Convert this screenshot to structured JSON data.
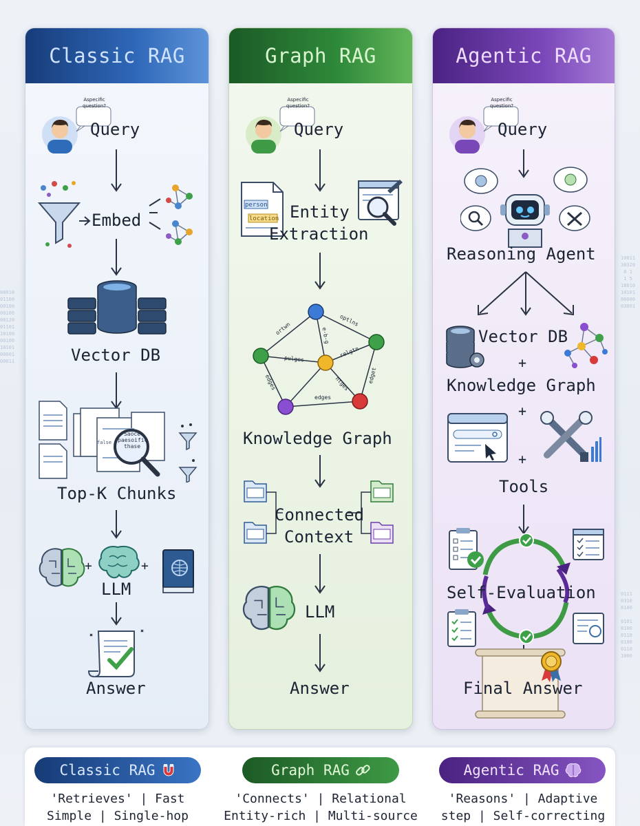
{
  "columns": {
    "classic": {
      "title": "Classic RAG",
      "speech": "Aspecific question?",
      "steps": [
        "Query",
        "Embed",
        "Vector DB",
        "Top-K Chunks",
        "LLM",
        "Answer"
      ],
      "chunk_text": [
        "Saoce",
        "paesoific",
        "thase"
      ],
      "chunk_file": "false"
    },
    "graph": {
      "title": "Graph RAG",
      "speech": "Aspecific question?",
      "steps": [
        "Query",
        "Entity",
        "Extraction",
        "Knowledge Graph",
        "Connected",
        "Context",
        "LLM",
        "Answer"
      ],
      "tags": [
        "person",
        "location"
      ],
      "edge_labels": [
        "ortwn",
        "optlns",
        "pulges",
        "e-b-g",
        "relgtn",
        "edges",
        "ntges",
        "edges",
        "edget"
      ]
    },
    "agentic": {
      "title": "Agentic RAG",
      "speech": "Aspecific question?",
      "steps": [
        "Query",
        "Reasoning Agent",
        "Vector DB",
        "+",
        "Knowledge Graph",
        "+",
        "+",
        "Tools",
        "Self-Evaluation",
        "Final Answer"
      ]
    }
  },
  "summary": {
    "classic": {
      "name": "Classic RAG",
      "line1": "'Retrieves' | Fast",
      "line2": "Simple | Single-hop"
    },
    "graph": {
      "name": "Graph RAG",
      "line1": "'Connects' | Relational",
      "line2": "Entity-rich | Multi-source"
    },
    "agentic": {
      "name": "Agentic RAG",
      "line1": "'Reasons' | Adaptive",
      "line2": "step | Self-correcting"
    }
  },
  "colors": {
    "classic": "#2f68b8",
    "graph": "#2f8a3a",
    "agentic": "#7a47b8"
  },
  "icons": {
    "classic": [
      "user-icon",
      "funnel-icon",
      "network-icon",
      "database-icon",
      "documents-icon",
      "brain-icon",
      "book-icon",
      "answer-scroll-icon"
    ],
    "graph": [
      "user-icon",
      "document-icon",
      "magnifier-icon",
      "knowledge-graph-icon",
      "folder-icon",
      "brain-icon"
    ],
    "agentic": [
      "user-icon",
      "robot-icon",
      "thought-bubble-icon",
      "database-icon",
      "network-icon",
      "browser-icon",
      "tools-icon",
      "checklist-icon",
      "cycle-icon",
      "scroll-icon",
      "medal-icon"
    ],
    "summary": [
      "magnet-icon",
      "link-icon",
      "brain-icon"
    ]
  }
}
